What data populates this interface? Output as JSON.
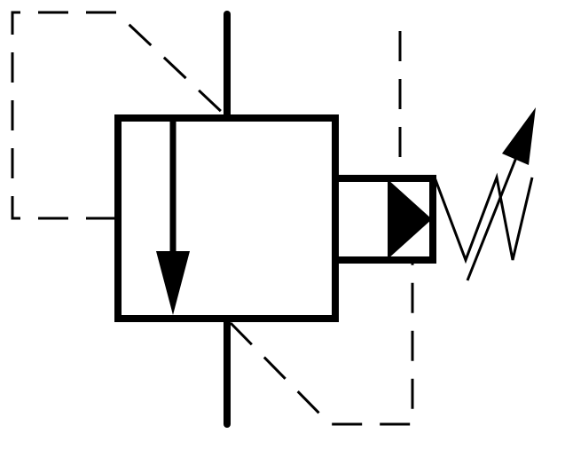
{
  "diagram": {
    "type": "hydraulic-symbol",
    "symbol": "pressure-relief-valve",
    "colors": {
      "stroke": "#000000",
      "background": "#ffffff"
    },
    "elements": [
      "main-pipe",
      "valve-body",
      "flow-arrow",
      "pilot-line-inlet",
      "pilot-line-outlet",
      "actuator-housing",
      "actuator-triangle",
      "spring",
      "adjustable-arrow"
    ]
  }
}
